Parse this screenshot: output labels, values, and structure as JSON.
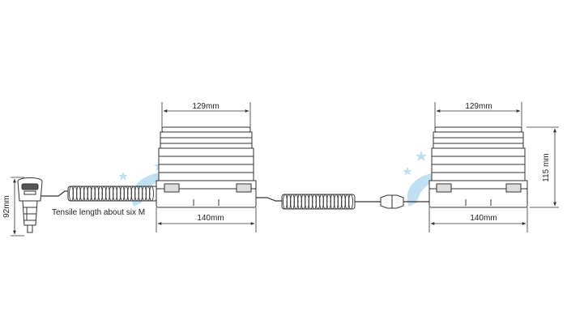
{
  "diagram": {
    "left_beacon": {
      "top_width": "129mm",
      "base_width": "140mm"
    },
    "right_beacon": {
      "top_width": "129mm",
      "base_width": "140mm",
      "height": "115 mm"
    },
    "plug": {
      "height": "92mm"
    },
    "cable": {
      "note": "Tensile length about six M"
    }
  },
  "colors": {
    "line": "#333333",
    "watermark": "#8cc6ea"
  }
}
